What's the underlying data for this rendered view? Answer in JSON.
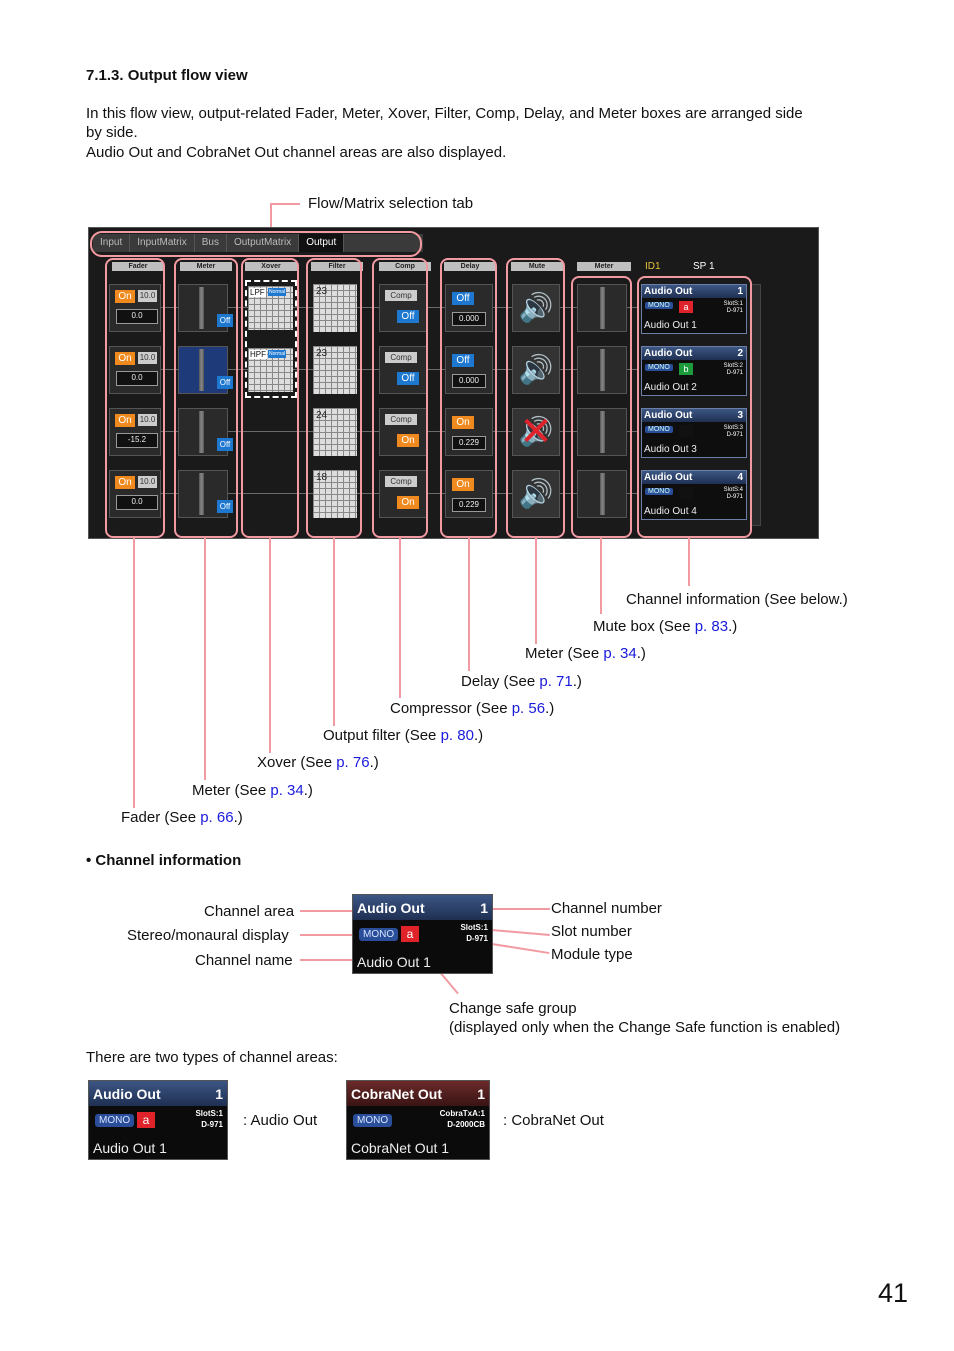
{
  "section_title": "7.1.3. Output flow view",
  "intro": {
    "line1": "In this flow view, output-related Fader, Meter, Xover, Filter, Comp, Delay, and Meter boxes are arranged side",
    "line2": "by side.",
    "line3": "Audio Out and CobraNet Out channel areas are also displayed."
  },
  "callouts": {
    "tab_label": "Flow/Matrix selection tab",
    "channel_info": "Channel information (See below.)",
    "mute": {
      "pre": "Mute box (See ",
      "link": "p. 83",
      "post": ".)"
    },
    "meter2": {
      "pre": "Meter (See ",
      "link": "p. 34",
      "post": ".)"
    },
    "delay": {
      "pre": "Delay (See ",
      "link": "p. 71",
      "post": ".)"
    },
    "comp": {
      "pre": "Compressor (See ",
      "link": "p. 56",
      "post": ".)"
    },
    "filter": {
      "pre": "Output filter (See ",
      "link": "p. 80",
      "post": ".)"
    },
    "xover": {
      "pre": "Xover (See ",
      "link": "p. 76",
      "post": ".)"
    },
    "meter1": {
      "pre": "Meter (See ",
      "link": "p. 34",
      "post": ".)"
    },
    "fader": {
      "pre": "Fader (See ",
      "link": "p. 66",
      "post": ".)"
    }
  },
  "ui": {
    "tabs": [
      "Input",
      "InputMatrix",
      "Bus",
      "OutputMatrix",
      "Output"
    ],
    "box_headers": [
      "Fader",
      "Meter",
      "Xover",
      "Filter",
      "Comp",
      "Delay",
      "Mute",
      "Meter"
    ],
    "device_id": "ID1",
    "sp": "SP 1",
    "fader_rows": [
      {
        "btn": "On",
        "gain": "10.0",
        "value": "0.0"
      },
      {
        "btn": "On",
        "gain": "10.0",
        "value": "0.0"
      },
      {
        "btn": "On",
        "gain": "10.0",
        "value": "-15.2"
      },
      {
        "btn": "On",
        "gain": "10.0",
        "value": "0.0"
      }
    ],
    "meter_btns": [
      "Off",
      "Off",
      "Off",
      "Off"
    ],
    "xover_labels": [
      "LPF",
      "HPF"
    ],
    "xover_mode": "Normal",
    "filter_nums": [
      "23",
      "23",
      "24",
      "18"
    ],
    "comp_rows": [
      {
        "label": "Comp",
        "btn": "Off",
        "state": "off"
      },
      {
        "label": "Comp",
        "btn": "Off",
        "state": "off"
      },
      {
        "label": "Comp",
        "btn": "On",
        "state": "on"
      },
      {
        "label": "Comp",
        "btn": "On",
        "state": "on"
      }
    ],
    "delay_rows": [
      {
        "btn": "Off",
        "value": "0.000",
        "state": "off"
      },
      {
        "btn": "Off",
        "value": "0.000",
        "state": "off"
      },
      {
        "btn": "On",
        "value": "0.229",
        "state": "on"
      },
      {
        "btn": "On",
        "value": "0.229",
        "state": "on"
      }
    ],
    "channels": [
      {
        "title": "Audio Out",
        "num": "1",
        "mono": "MONO",
        "group": "a",
        "group_color": "#e0232a",
        "slot1": "SlotS:1",
        "slot2": "D-971",
        "name": "Audio Out 1"
      },
      {
        "title": "Audio Out",
        "num": "2",
        "mono": "MONO",
        "group": "b",
        "group_color": "#1c9a3c",
        "slot1": "SlotS:2",
        "slot2": "D-971",
        "name": "Audio Out 2"
      },
      {
        "title": "Audio Out",
        "num": "3",
        "mono": "MONO",
        "group": "",
        "group_color": "#111111",
        "slot1": "SlotS:3",
        "slot2": "D-971",
        "name": "Audio Out 3"
      },
      {
        "title": "Audio Out",
        "num": "4",
        "mono": "MONO",
        "group": "",
        "group_color": "#111111",
        "slot1": "SlotS:4",
        "slot2": "D-971",
        "name": "Audio Out 4"
      }
    ]
  },
  "channel_info": {
    "heading": "• Channel information",
    "labels_left": [
      "Channel area",
      "Stereo/monaural display",
      "Channel name"
    ],
    "labels_right": [
      "Channel number",
      "Slot number",
      "Module type"
    ],
    "change_safe1": "Change safe group",
    "change_safe2": "(displayed only when the Change Safe function is enabled)",
    "panel": {
      "title": "Audio Out",
      "num": "1",
      "mono": "MONO",
      "group": "a",
      "slot1": "SlotS:1",
      "slot2": "D-971",
      "name": "Audio Out 1"
    }
  },
  "types_text": "There are two types of channel areas:",
  "type_audio": {
    "title": "Audio Out",
    "num": "1",
    "mono": "MONO",
    "group": "a",
    "slot1": "SlotS:1",
    "slot2": "D-971",
    "name": "Audio Out 1",
    "caption": ": Audio Out"
  },
  "type_cobra": {
    "title": "CobraNet Out",
    "num": "1",
    "mono": "MONO",
    "slot1": "CobraTxA:1",
    "slot2": "D-2000CB",
    "name": "CobraNet Out 1",
    "caption": ": CobraNet Out"
  },
  "page_number": "41",
  "colors": {
    "callout_pink": "#f29aa2",
    "link_blue": "#1a1adc",
    "on_orange": "#f08a1e",
    "off_blue": "#1e78d0"
  }
}
